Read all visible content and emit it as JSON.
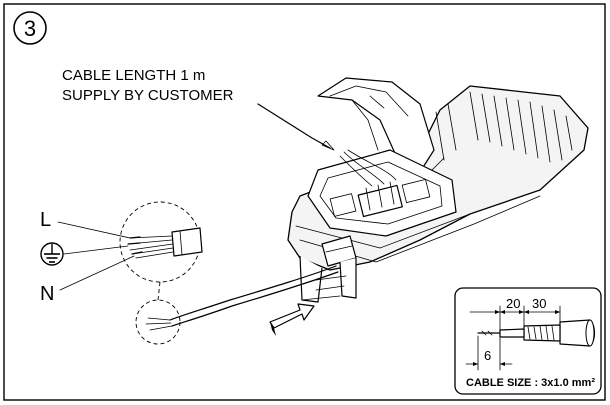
{
  "step": {
    "number": "3"
  },
  "cable_note": {
    "line1": "CABLE LENGTH 1 m",
    "line2": "SUPPLY  BY CUSTOMER"
  },
  "wire_labels": {
    "live": "L",
    "neutral": "N"
  },
  "strip_detail": {
    "dim_outer": "20",
    "dim_inner": "30",
    "dim_end": "6",
    "cable_size": "CABLE SIZE : 3x1.0 mm²"
  },
  "icons": {
    "earth": "earth-ground-icon"
  }
}
